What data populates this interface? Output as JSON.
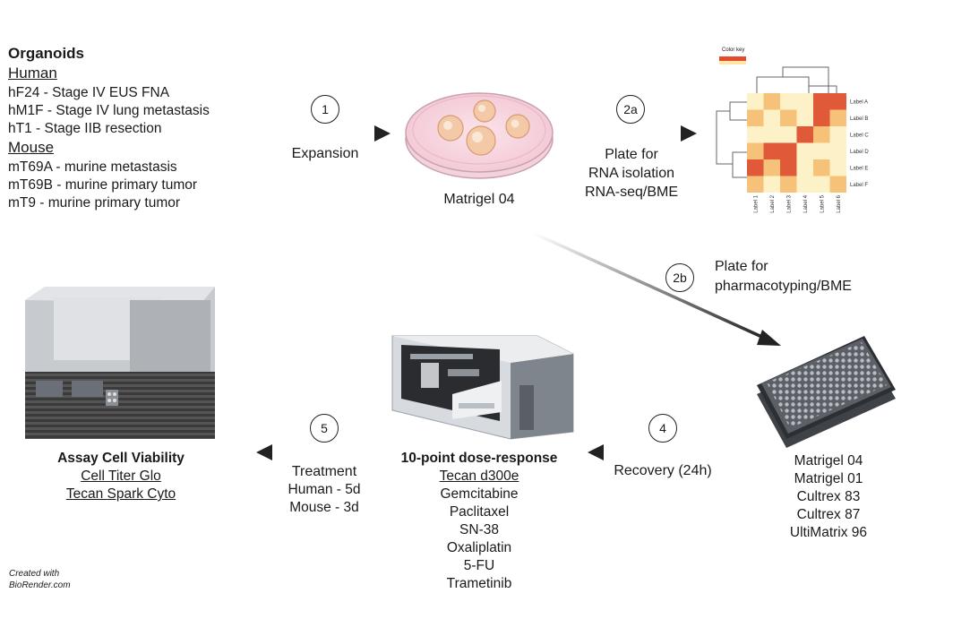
{
  "organoids": {
    "title": "Organoids",
    "human_heading": "Human",
    "human": [
      "hF24 - Stage IV EUS FNA",
      "hM1F - Stage IV lung metastasis",
      "hT1 - Stage IIB resection"
    ],
    "mouse_heading": "Mouse",
    "mouse": [
      "mT69A - murine metastasis",
      "mT69B - murine primary tumor",
      "mT9 - murine primary tumor"
    ]
  },
  "steps": {
    "s1": {
      "number": "1",
      "label": "Expansion"
    },
    "s2a": {
      "number": "2a",
      "label_lines": [
        "Plate for",
        "RNA isolation",
        "RNA-seq/BME"
      ]
    },
    "s2b": {
      "number": "2b",
      "label_lines": [
        "Plate for",
        "pharmacotyping/BME"
      ]
    },
    "s4": {
      "number": "4",
      "label": "Recovery (24h)"
    },
    "s5": {
      "number": "5",
      "label_lines": [
        "Treatment",
        "Human - 5d",
        "Mouse - 3d"
      ]
    }
  },
  "dish": {
    "label": "Matrigel 04"
  },
  "heatmap": {
    "color_key": "Color key",
    "row_labels": [
      "Label A",
      "Label B",
      "Label C",
      "Label D",
      "Label E",
      "Label F"
    ],
    "col_labels": [
      "Label 1",
      "Label 2",
      "Label 3",
      "Label 4",
      "Label 5",
      "Label 6"
    ],
    "colors": {
      "low": "#fdf1c8",
      "mid": "#f6c27a",
      "high": "#e05a3a",
      "dendrogram": "#666666"
    }
  },
  "plate": {
    "matrices": [
      "Matrigel 04",
      "Matrigel 01",
      "Cultrex 83",
      "Cultrex 87",
      "UltiMatrix 96"
    ]
  },
  "dose_response": {
    "title": "10-point dose-response",
    "instrument": "Tecan d300e",
    "drugs": [
      "Gemcitabine",
      "Paclitaxel",
      "SN-38",
      "Oxaliplatin",
      "5-FU",
      "Trametinib"
    ]
  },
  "viability": {
    "title": "Assay Cell Viability",
    "reagent": "Cell Titer Glo",
    "reader": "Tecan Spark Cyto"
  },
  "footer": {
    "line1": "Created with",
    "line2": "BioRender.com"
  }
}
